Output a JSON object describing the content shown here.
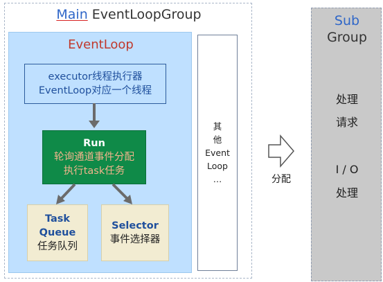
{
  "main_group": {
    "title_main": "Main",
    "title_rest": " EventLoopGroup"
  },
  "event_loop": {
    "title": "EventLoop",
    "executor_line1": "executor线程执行器",
    "executor_line2": "EventLoop对应一个线程",
    "run_title": "Run",
    "run_line1": "轮询通道事件分配",
    "run_line2": "执行task任务",
    "task_line1": "Task",
    "task_line2": "Queue",
    "task_line3": "任务队列",
    "selector_line1": "Selector",
    "selector_line2": "事件选择器"
  },
  "other_event_loop": {
    "line1": "其",
    "line2": "他",
    "line3": "Event",
    "line4": "Loop",
    "line5": "…"
  },
  "distribute_label": "分配",
  "sub_group": {
    "title_sub": "Sub",
    "title_group": "Group",
    "line1": "处理",
    "line2": "请求",
    "line3": "I / O",
    "line4": "处理"
  },
  "colors": {
    "main_accent": "#2f66c8",
    "eventloop_panel": "#bfe0ff",
    "run_box": "#0f8a48",
    "queue_box": "#f2ecd2",
    "sub_group_bg": "#c9c9c9"
  }
}
